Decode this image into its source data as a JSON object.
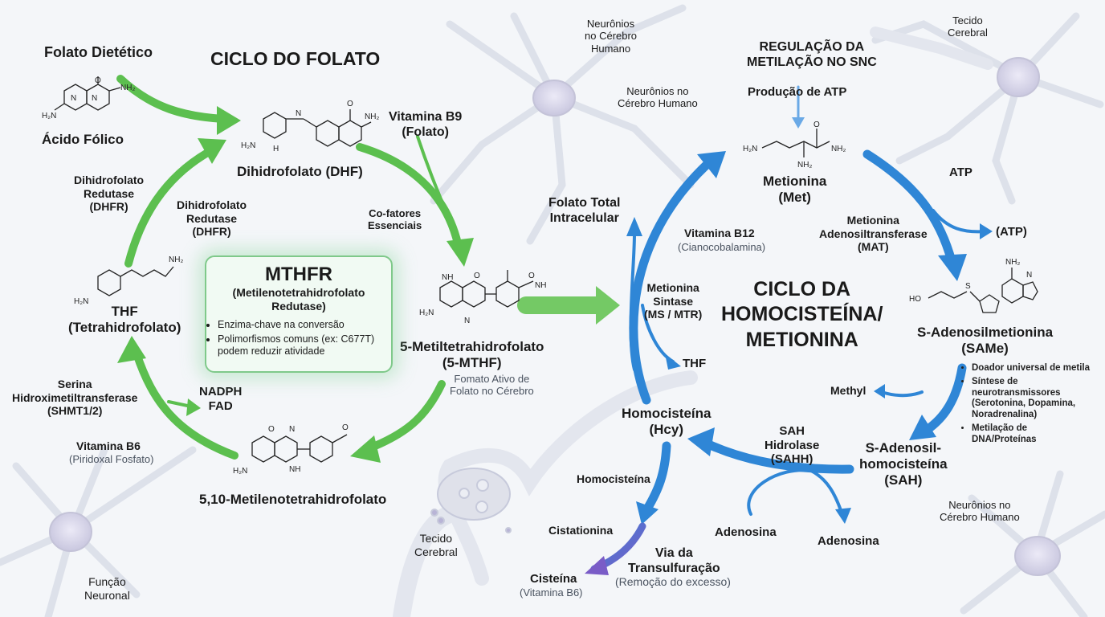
{
  "folate": {
    "title": "CICLO DO FOLATO",
    "dietary_folate": "Folato Dietético",
    "folic_acid": "Ácido Fólico",
    "dhf": "Dihidrofolato (DHF)",
    "vitamin_b9": "Vitamina B9\n(Folato)",
    "cofactors": "Co-fatores\nEssenciais",
    "five_mthf": "5-Metiltetrahidrofolato\n(5-MTHF)",
    "active_form": "Fomato Ativo de\nFolato no Cérebro",
    "methylene_thf": "5,10-Metilenotetrahidrofolato",
    "thf": "THF\n(Tetrahidrofolato)",
    "dhfr_left": "Dihidrofolato\nRedutase\n(DHFR)",
    "dhfr_right": "Dihidrofolato\nRedutase\n(DHFR)",
    "shmt": "Serina\nHidroximetiltransferase\n(SHMT1/2)",
    "nadph_fad": "NADPH\nFAD",
    "vitamin_b6_name": "Vitamina B6",
    "vitamin_b6_sub": "(Piridoxal Fosfato)",
    "mthfr": {
      "title": "MTHFR",
      "subtitle": "(Metilenotetrahidrofolato\nRedutase)",
      "bullets": [
        "Enzima-chave na conversão",
        "Polimorfismos comuns (ex: C677T)\npodem reduzir atividade"
      ]
    }
  },
  "methionine": {
    "title": "CICLO DA\nHOMOCISTEÍNA/\nMETIONINA",
    "regulation": "REGULAÇÃO DA\nMETILAÇÃO NO SNC",
    "atp_production": "Produção de ATP",
    "methionine": "Metionina\n(Met)",
    "atp": "ATP",
    "atp_out": "(ATP)",
    "mat": "Metionina\nAdenosiltransferase\n(MAT)",
    "same": "S-Adenosilmetionina\n(SAMe)",
    "same_roles": [
      "Doador universal de metila",
      "Síntese de neurotransmissores\n(Serotonina, Dopamina,\nNoradrenalina)",
      "Metilação de\nDNA/Proteínas"
    ],
    "methyl": "Methyl",
    "sah": "S-Adenosil-\nhomocisteína\n(SAH)",
    "sahh": "SAH\nHidrolase\n(SAHH)",
    "adenosine_left": "Adenosina",
    "adenosine_right": "Adenosina",
    "homocysteine": "Homocisteína\n(Hcy)",
    "folate_total": "Folato Total\nIntracelular",
    "b12_name": "Vitamina B12",
    "b12_sub": "(Cianocobalamina)",
    "ms": "Metionina\nSintase\n(MS / MTR)",
    "thf": "THF",
    "hcy_path": "Homocisteína",
    "cystathionine": "Cistationina",
    "cysteine": "Cisteína",
    "cysteine_sub": "(Vitamina B6)",
    "transsulfuration": "Via da\nTransulfuração",
    "transsulfuration_sub": "(Remoção do excesso)"
  },
  "brain": {
    "neurons_top1": "Neurônios\nno Cérebro\nHumano",
    "neurons_top2": "Neurônios no\nCérebro Humano",
    "tissue_top": "Tecido\nCerebral",
    "neurons_right": "Neurônios no\nCérebro Humano",
    "tissue_bottom": "Tecido\nCerebral",
    "neuronal_function": "Função\nNeuronal"
  },
  "colors": {
    "folate_green": "#5cbf4f",
    "methionine_blue": "#2f86d6",
    "transsulfuration_purple": "#7a5cc7",
    "neuron": "#dfe3ec"
  }
}
